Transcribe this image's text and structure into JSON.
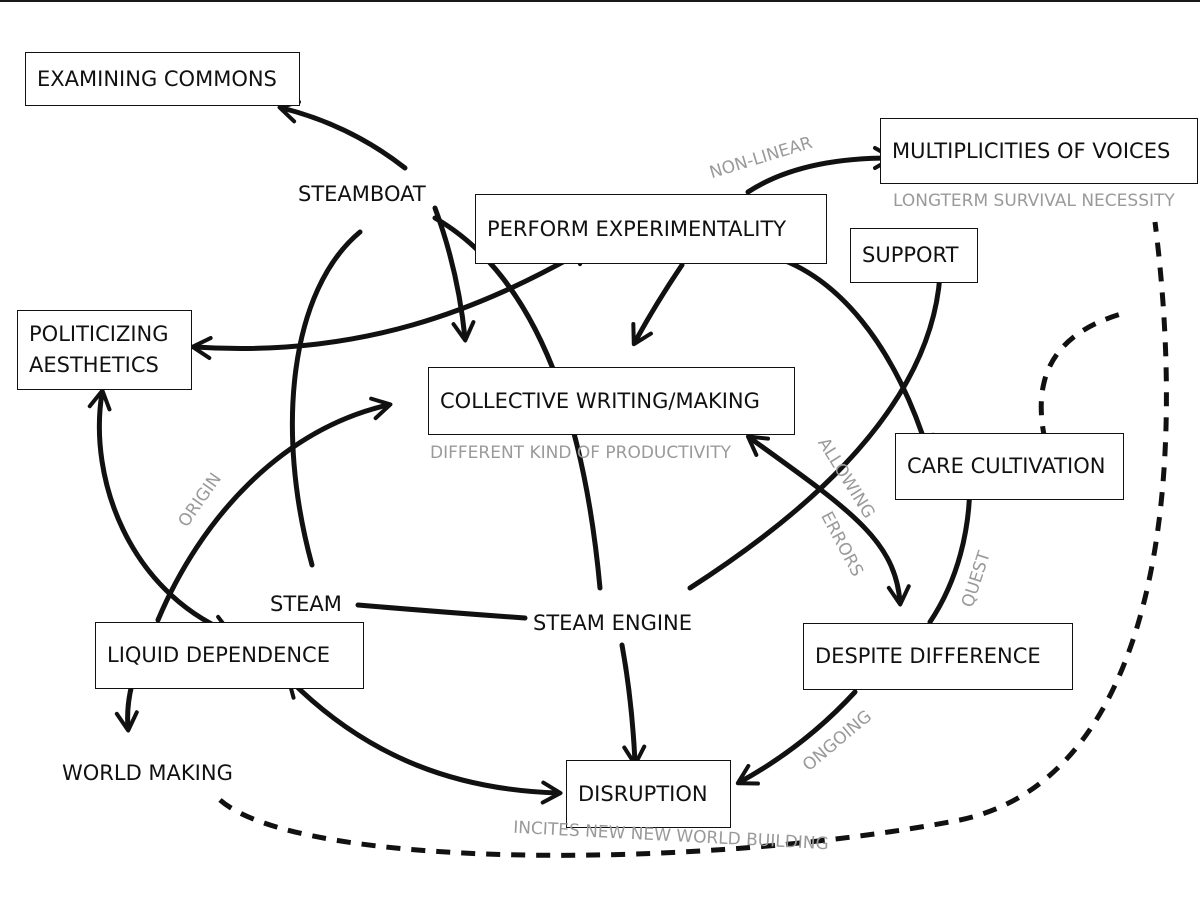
{
  "nodes": {
    "examining_commons": "EXAMINING COMMONS",
    "multiplicities_of_voices": "MULTIPLICITIES OF VOICES",
    "perform_experimentality": "PERFORM EXPERIMENTALITY",
    "support": "SUPPORT",
    "politicizing_aesthetics": [
      "POLITICIZING",
      "AESTHETICS"
    ],
    "collective_writing_making": "COLLECTIVE WRITING/MAKING",
    "care_cultivation": "CARE CULTIVATION",
    "liquid_dependence": "LIQUID DEPENDENCE",
    "despite_difference": "DESPITE DIFFERENCE",
    "disruption": "DISRUPTION"
  },
  "labels": {
    "steamboat": "STEAMBOAT",
    "steam": "STEAM",
    "steam_engine": "STEAM ENGINE",
    "world_making": "WORLD MAKING"
  },
  "annotations": {
    "longterm": "LONGTERM SURVIVAL NECESSITY",
    "different_kind": "DIFFERENT KIND OF PRODUCTIVITY",
    "incites": "INCITES NEW NEW WORLD BUILDING",
    "non_linear": "NON-LINEAR",
    "origin": "ORIGIN",
    "allowing": "ALLOWING",
    "errors": "ERRORS",
    "quest": "QUEST",
    "ongoing": "ONGOING"
  },
  "colors": {
    "ink": "#111111",
    "annotation": "#9a9a9a"
  }
}
